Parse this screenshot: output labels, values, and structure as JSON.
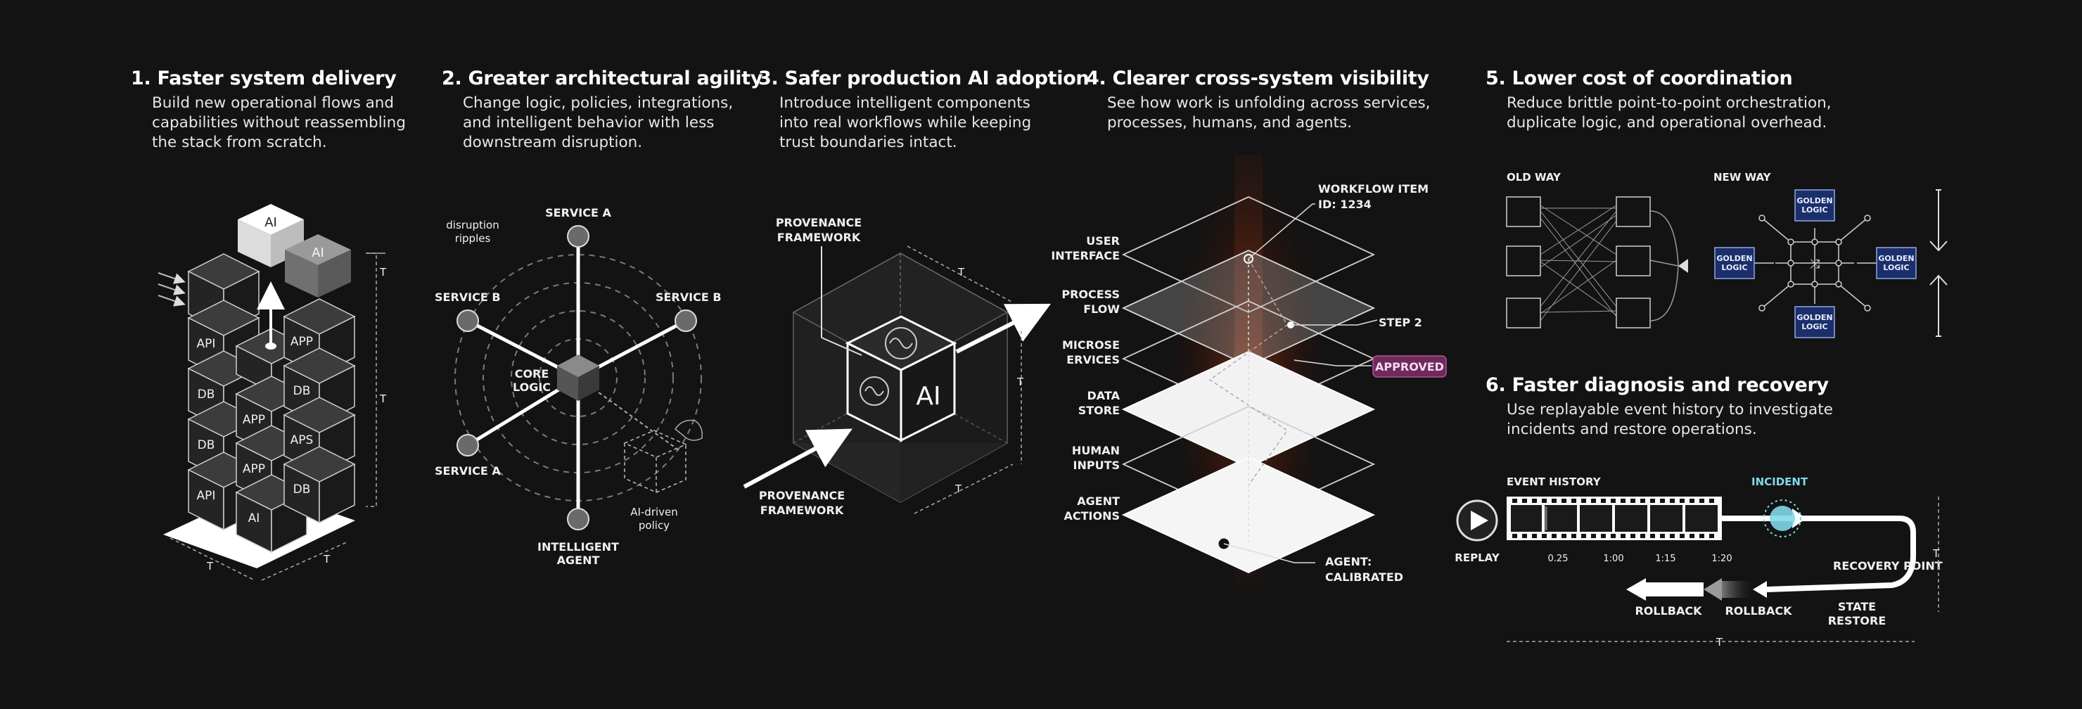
{
  "panels": [
    {
      "title": "1. Faster system delivery",
      "desc": "Build new operational flows and\ncapabilities without reassembling\nthe stack from scratch."
    },
    {
      "title": "2. Greater architectural agility",
      "desc": "Change logic, policies, integrations,\nand intelligent behavior with less\ndownstream disruption."
    },
    {
      "title": "3. Safer production AI adoption",
      "desc": "Introduce intelligent components\ninto real workflows while keeping\ntrust boundaries intact."
    },
    {
      "title": "4. Clearer cross-system visibility",
      "desc": "See how work is unfolding across services,\nprocesses, humans, and agents."
    },
    {
      "title": "5. Lower cost of coordination",
      "desc": "Reduce brittle point-to-point orchestration,\nduplicate logic, and operational overhead."
    },
    {
      "title": "6. Faster diagnosis and recovery",
      "desc": "Use replayable event history to investigate\nincidents and restore operations."
    }
  ],
  "stack": {
    "top_cubes": [
      "AI",
      "AI"
    ],
    "left_column": [
      "API",
      "DB",
      "DB",
      "API"
    ],
    "mid_column": [
      "APP",
      "APP",
      "AI"
    ],
    "right_column": [
      "APP",
      "DB",
      "APS",
      "DB"
    ],
    "dim": "T"
  },
  "agility": {
    "core": "CORE\nLOGIC",
    "ripples": "disruption\nripples",
    "service_top": "SERVICE A",
    "service_left_top": "SERVICE B",
    "service_right_top": "SERVICE B",
    "service_left_bottom": "SERVICE A",
    "agent": "INTELLIGENT\nAGENT",
    "policy": "AI-driven\npolicy"
  },
  "safer": {
    "framework_top": "PROVENANCE\nFRAMEWORK",
    "framework_bottom": "PROVENANCE\nFRAMEWORK",
    "cube_label": "AI",
    "dim": "T"
  },
  "visibility": {
    "layers": [
      "USER\nINTERFACE",
      "PROCESS\nFLOW",
      "MICROSE\nERVICES",
      "DATA\nSTORE",
      "HUMAN\nINPUTS",
      "AGENT\nACTIONS"
    ],
    "workflow_item": "WORKFLOW ITEM\nID: 1234",
    "step": "STEP 2",
    "approved": "APPROVED",
    "agent": "AGENT:\nCALIBRATED"
  },
  "coordination": {
    "old_way": "OLD WAY",
    "new_way": "NEW WAY",
    "golden": "GOLDEN\nLOGIC"
  },
  "recovery": {
    "event_history": "EVENT HISTORY",
    "incident": "INCIDENT",
    "replay": "REPLAY",
    "ticks": [
      "0.25",
      "1:00",
      "1:15",
      "1:20"
    ],
    "recovery_point": "RECOVERY POINT",
    "rollback_1": "ROLLBACK",
    "rollback_2": "ROLLBACK",
    "state_restore": "STATE\nRESTORE",
    "dim": "T"
  },
  "colors": {
    "accent_purple": "#6e2a5c",
    "incident_cyan": "#7fd8e8",
    "golden_blue": "#1b2f6b"
  }
}
